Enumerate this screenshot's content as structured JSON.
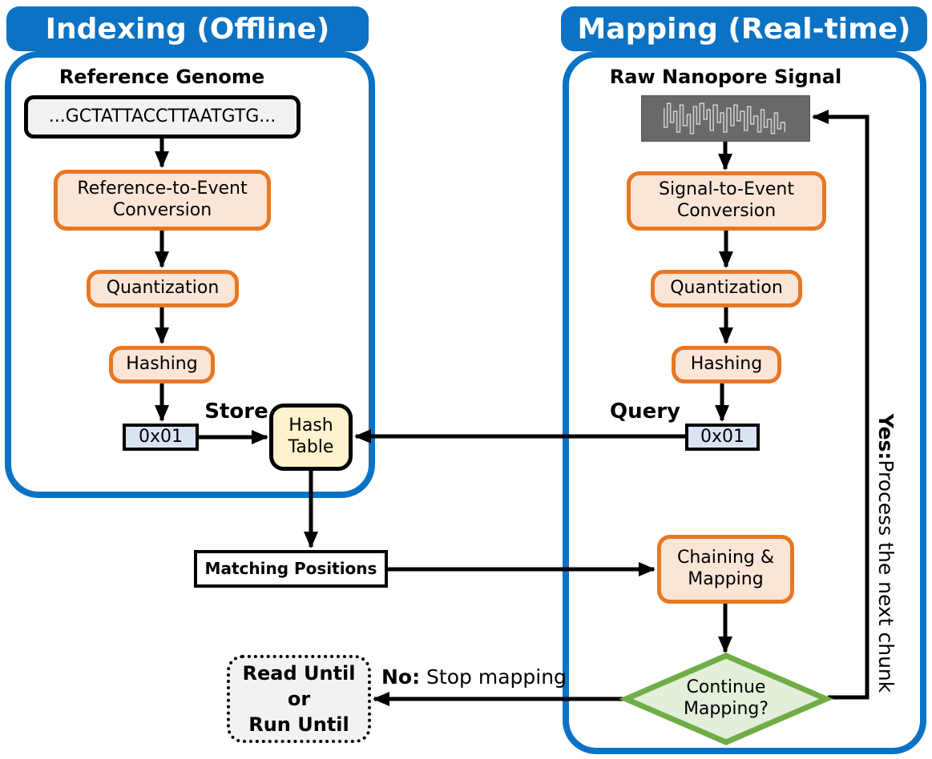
{
  "indexing": {
    "header": "Indexing (Offline)",
    "input_label": "Reference Genome",
    "sequence": "...GCTATTACCTTAATGTG...",
    "step1": "Reference-to-Event Conversion",
    "step2": "Quantization",
    "step3": "Hashing",
    "hash_value": "0x01",
    "store_label": "Store"
  },
  "mapping": {
    "header": "Mapping (Real-time)",
    "input_label": "Raw Nanopore Signal",
    "signal_icon": "raw-signal-waveform-icon",
    "step1": "Signal-to-Event Conversion",
    "step2": "Quantization",
    "step3": "Hashing",
    "hash_value": "0x01",
    "query_label": "Query",
    "chaining": "Chaining & Mapping",
    "decision": "Continue Mapping?"
  },
  "shared": {
    "hash_table": "Hash Table",
    "matching_positions": "Matching Positions",
    "read_until_line1": "Read Until",
    "read_until_line2": "or",
    "read_until_line3": "Run Until",
    "no_prefix": "No:",
    "no_text": " Stop mapping",
    "yes_prefix": "Yes:",
    "yes_text": " Process the next chunk"
  },
  "colors": {
    "blue": "#0b72c4",
    "orange_border": "#e87722",
    "orange_fill": "#fbe5d6",
    "yellow_fill": "#fff2cc",
    "lightblue_fill": "#dae3f3",
    "green_border": "#70ad47",
    "green_fill": "#e2efda",
    "gray_fill": "#f2f2f2",
    "signal_background": "#696969",
    "signal_trace": "#cccccc",
    "text": "#000000"
  }
}
